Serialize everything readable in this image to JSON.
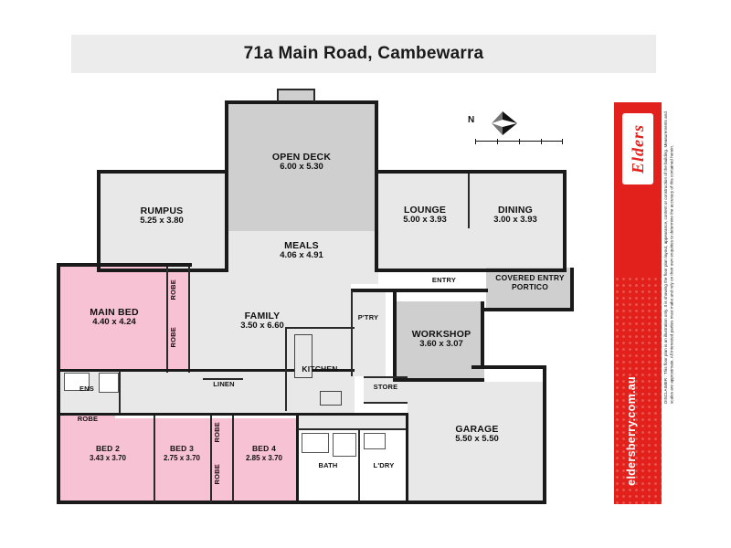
{
  "header": {
    "title": "71a Main Road, Cambewarra"
  },
  "compass": {
    "north_label": "N"
  },
  "sidebar": {
    "brand": "Elders",
    "url": "eldersberry.com.au",
    "disclaimer": "DISCLAIMER : This floor plan is an illustration only. It is showing the floor plan layout, appearance, content or construction of the building. Measurements and scales are approximate. All interested parties must make and rely on their own enquiries to determine the accuracy of this contained herein."
  },
  "rooms": [
    {
      "name": "OPEN DECK",
      "dims": "6.00 x 5.30"
    },
    {
      "name": "RUMPUS",
      "dims": "5.25 x 3.80"
    },
    {
      "name": "LOUNGE",
      "dims": "5.00 x 3.93"
    },
    {
      "name": "DINING",
      "dims": "3.00 x 3.93"
    },
    {
      "name": "MEALS",
      "dims": "4.06 x 4.91"
    },
    {
      "name": "MAIN BED",
      "dims": "4.40 x 4.24"
    },
    {
      "name": "FAMILY",
      "dims": "3.50 x 6.60"
    },
    {
      "name": "WORKSHOP",
      "dims": "3.60 x 3.07"
    },
    {
      "name": "COVERED ENTRY PORTICO",
      "dims": ""
    },
    {
      "name": "ENTRY",
      "dims": ""
    },
    {
      "name": "P'TRY",
      "dims": ""
    },
    {
      "name": "KITCHEN",
      "dims": ""
    },
    {
      "name": "STORE",
      "dims": ""
    },
    {
      "name": "LINEN",
      "dims": ""
    },
    {
      "name": "ENS",
      "dims": ""
    },
    {
      "name": "GARAGE",
      "dims": "5.50 x 5.50"
    },
    {
      "name": "BED 2",
      "dims": "3.43 x 3.70"
    },
    {
      "name": "BED 3",
      "dims": "2.75 x 3.70"
    },
    {
      "name": "BED 4",
      "dims": "2.85 x 3.70"
    },
    {
      "name": "BATH",
      "dims": ""
    },
    {
      "name": "L'DRY",
      "dims": ""
    }
  ],
  "robes": [
    {
      "label": "ROBE"
    },
    {
      "label": "ROBE"
    },
    {
      "label": "ROBE"
    },
    {
      "label": "ROBE"
    },
    {
      "label": "ROBE"
    }
  ],
  "colors": {
    "brand_red": "#e2211c",
    "bedroom_pink": "#f6c2d4",
    "deck_grey": "#cfcfcf",
    "room_grey": "#e8e8e8",
    "wall_black": "#1a1a1a"
  }
}
